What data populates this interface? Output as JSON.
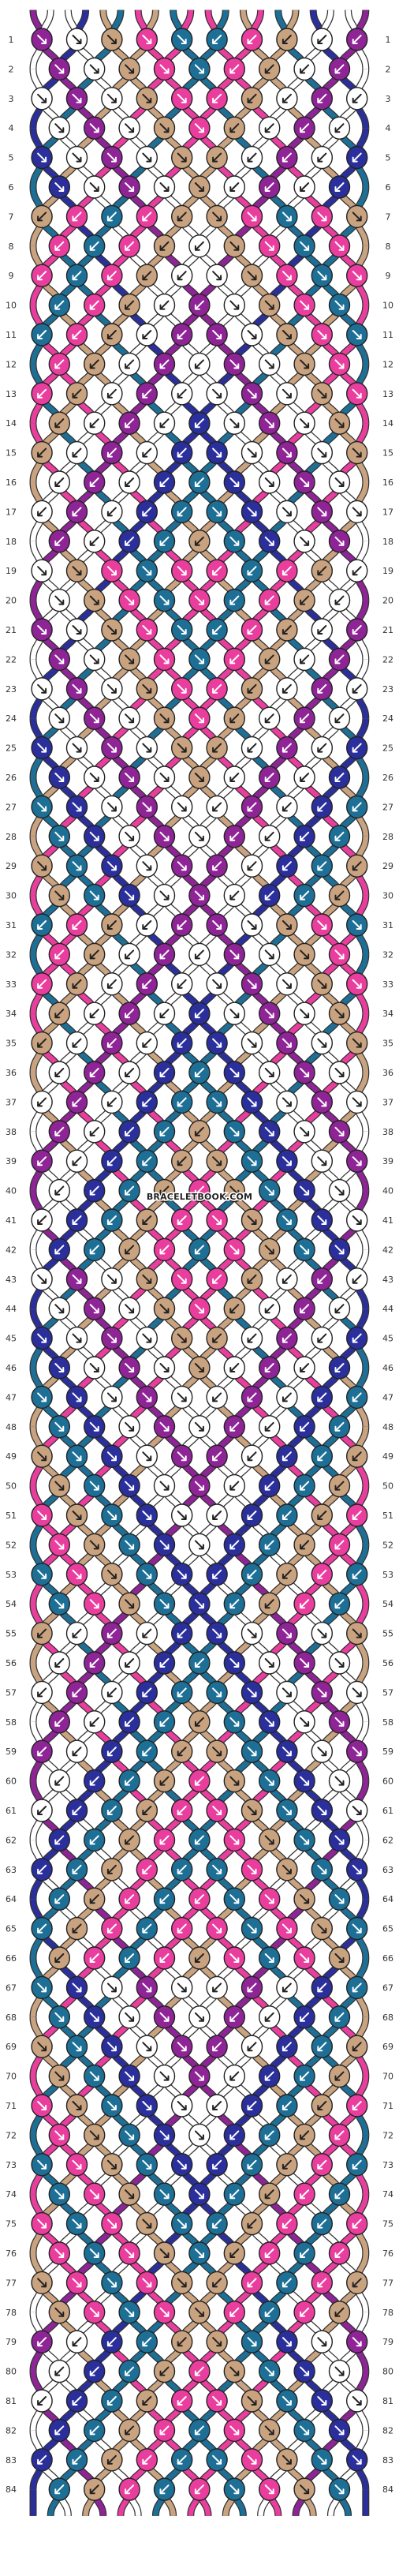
{
  "pattern": {
    "watermark": "BRACELETBOOK.COM",
    "row_count": 84,
    "colors": {
      "purple": "#8e2496",
      "blue": "#2b2f9c",
      "teal": "#1d6f96",
      "pink": "#ea3e9e",
      "tan": "#c9a27f",
      "white": "#ffffff"
    },
    "string_order": [
      "purple",
      "white",
      "white",
      "blue",
      "tan",
      "teal",
      "pink",
      "tan",
      "teal",
      "pink",
      "pink",
      "teal",
      "tan",
      "pink",
      "teal",
      "tan",
      "blue",
      "white",
      "white",
      "purple"
    ]
  }
}
